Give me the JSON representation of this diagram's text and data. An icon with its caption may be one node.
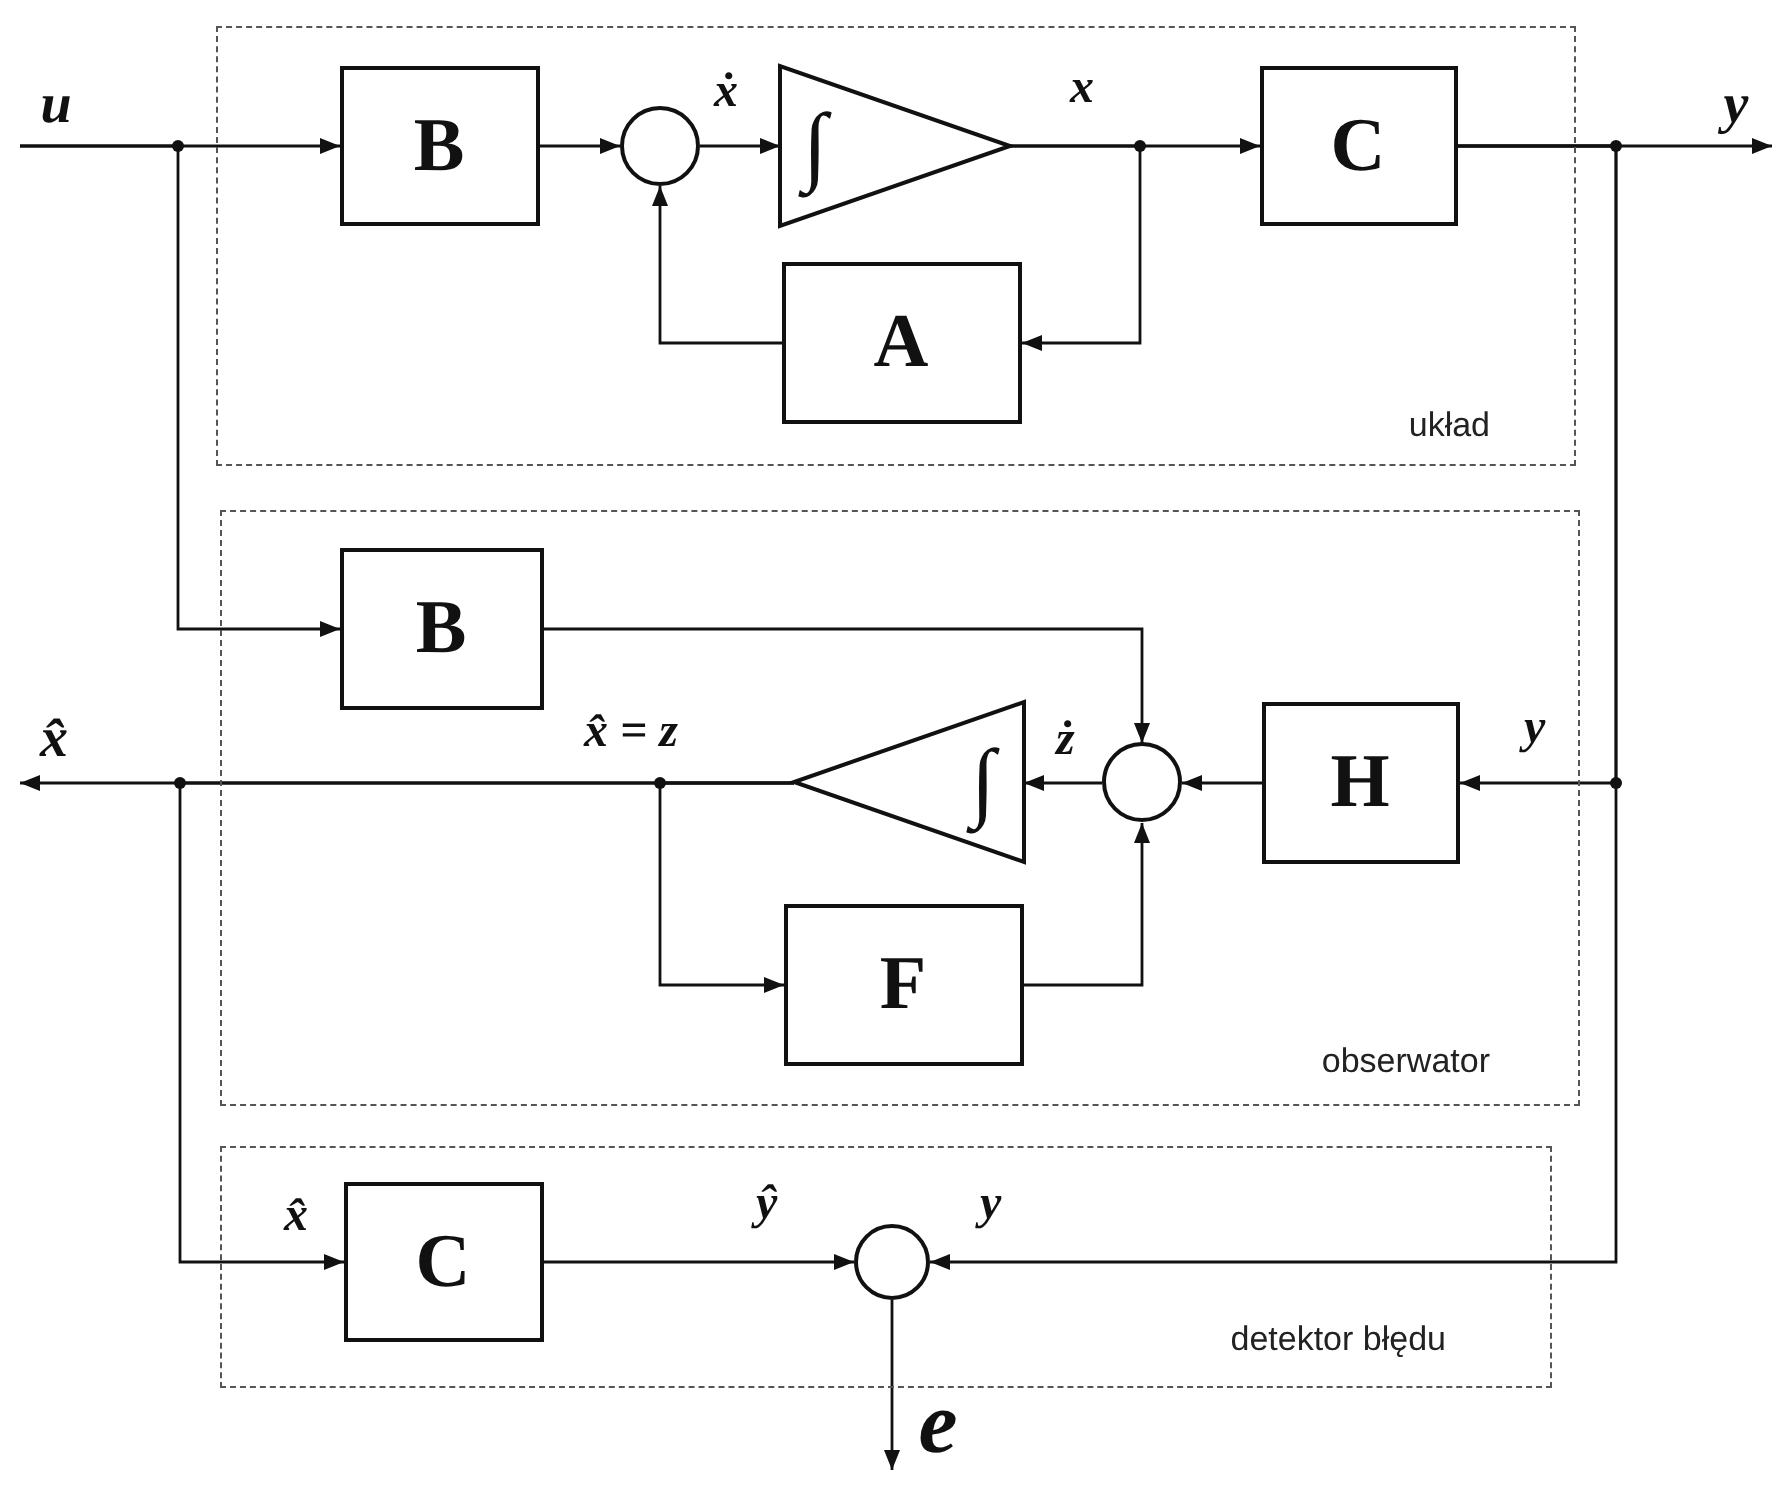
{
  "diagram": {
    "nodes": [
      {
        "text": [
          "układ"
        ]
      },
      {
        "text": [
          "B"
        ],
        "in": 0
      },
      {
        "text": [],
        "shape": "circle",
        "in": 0
      },
      {
        "text": [
          "∫"
        ],
        "in": 0
      },
      {
        "text": [
          "C"
        ],
        "in": 0
      },
      {
        "text": [
          "A"
        ],
        "in": 0
      },
      {
        "text": [
          "obserwator"
        ]
      },
      {
        "text": [
          "B"
        ],
        "in": 6
      },
      {
        "text": [],
        "shape": "circle",
        "in": 6
      },
      {
        "text": [
          "∫"
        ],
        "in": 6
      },
      {
        "text": [
          "H"
        ],
        "in": 6
      },
      {
        "text": [
          "F"
        ],
        "in": 6
      },
      {
        "text": [
          "detektor błędu"
        ]
      },
      {
        "text": [
          "C"
        ],
        "in": 12
      },
      {
        "text": [],
        "shape": "circle",
        "in": 12
      },
      {
        "text": [
          "u"
        ]
      },
      {
        "text": [
          "y"
        ]
      },
      {
        "text": [
          "x̂"
        ]
      },
      {
        "text": [
          "e"
        ]
      }
    ],
    "edges": [
      {
        "from": 15,
        "to": 1,
        "arrow": "to"
      },
      {
        "from": 15,
        "to": 7,
        "arrow": "to"
      },
      {
        "from": 1,
        "to": 2,
        "arrow": "to"
      },
      {
        "from": 2,
        "to": 3,
        "arrow": "to",
        "label": "ẋ"
      },
      {
        "from": 3,
        "to": 4,
        "arrow": "to",
        "label": "x"
      },
      {
        "from": 3,
        "to": 5,
        "arrow": "to"
      },
      {
        "from": 5,
        "to": 2,
        "arrow": "to"
      },
      {
        "from": 4,
        "to": 16,
        "arrow": "to"
      },
      {
        "from": 4,
        "to": 10,
        "arrow": "to",
        "label": "y"
      },
      {
        "from": 4,
        "to": 14,
        "arrow": "to",
        "label": "y"
      },
      {
        "from": 7,
        "to": 8,
        "arrow": "to"
      },
      {
        "from": 10,
        "to": 8,
        "arrow": "to"
      },
      {
        "from": 11,
        "to": 8,
        "arrow": "to"
      },
      {
        "from": 8,
        "to": 9,
        "arrow": "to",
        "label": "ż"
      },
      {
        "from": 9,
        "to": 17,
        "arrow": "to",
        "label": "x̂ = z"
      },
      {
        "from": 9,
        "to": 11,
        "arrow": "to"
      },
      {
        "from": 9,
        "to": 13,
        "arrow": "to",
        "label": "x̂"
      },
      {
        "from": 13,
        "to": 14,
        "arrow": "to",
        "label": "ŷ"
      },
      {
        "from": 14,
        "to": 18,
        "arrow": "to"
      }
    ]
  }
}
